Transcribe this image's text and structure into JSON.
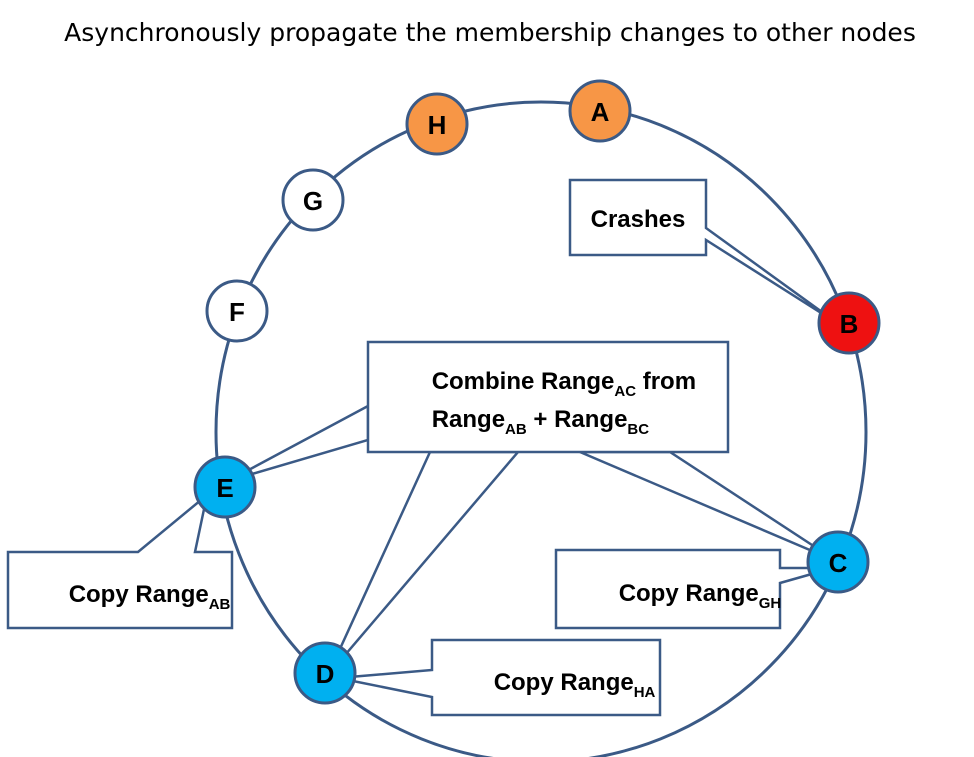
{
  "title": "Asynchronously propagate the membership changes to other nodes",
  "colors": {
    "ring": "#3b5a86",
    "white_node": "#ffffff",
    "orange_node": "#f79646",
    "red_node": "#ee1111",
    "blue_node": "#00b0f0"
  },
  "nodes": {
    "A": {
      "label": "A",
      "state": "orange"
    },
    "B": {
      "label": "B",
      "state": "red"
    },
    "C": {
      "label": "C",
      "state": "blue"
    },
    "D": {
      "label": "D",
      "state": "blue"
    },
    "E": {
      "label": "E",
      "state": "blue"
    },
    "F": {
      "label": "F",
      "state": "white"
    },
    "G": {
      "label": "G",
      "state": "white"
    },
    "H": {
      "label": "H",
      "state": "orange"
    }
  },
  "callouts": {
    "crashes": {
      "text": "Crashes",
      "target": "B"
    },
    "combine": {
      "line1_main": "Combine Range",
      "line1_sub": "AC",
      "line1_tail": " from",
      "line2_main": "Range",
      "line2_sub": "AB",
      "line2_mid": " + Range",
      "line2_sub2": "BC",
      "targets": [
        "E",
        "D",
        "C"
      ]
    },
    "copy_e": {
      "main": "Copy Range",
      "sub": "AB",
      "target": "E"
    },
    "copy_c": {
      "main": "Copy Range",
      "sub": "GH",
      "target": "C"
    },
    "copy_d": {
      "main": "Copy Range",
      "sub": "HA",
      "target": "D"
    }
  }
}
